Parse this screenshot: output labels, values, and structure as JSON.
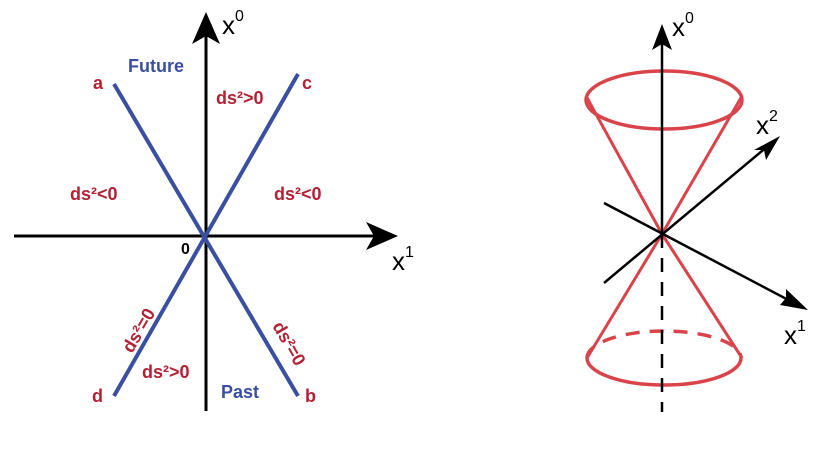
{
  "colors": {
    "axis": "#000000",
    "worldline": "#3a4fa0",
    "label_red": "#b22234",
    "cone": "#d9434a"
  },
  "left_diagram": {
    "time_axis": {
      "base": "x",
      "sup": "0"
    },
    "space_axis": {
      "base": "x",
      "sup": "1"
    },
    "origin": "0",
    "region_future": "Future",
    "region_past": "Past",
    "interval_top": "ds²>0",
    "interval_left": "ds²<0",
    "interval_right": "ds²<0",
    "interval_bottom": "ds²>0",
    "null_left": "ds²=0",
    "null_right": "ds²=0",
    "point_a": "a",
    "point_b": "b",
    "point_c": "c",
    "point_d": "d"
  },
  "right_diagram": {
    "axis_x0": {
      "base": "x",
      "sup": "0"
    },
    "axis_x1": {
      "base": "x",
      "sup": "1"
    },
    "axis_x2": {
      "base": "x",
      "sup": "2"
    }
  }
}
